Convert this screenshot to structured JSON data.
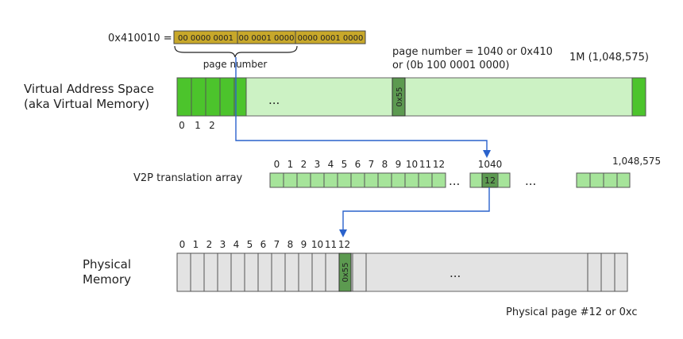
{
  "address": {
    "label": "0x410010 =",
    "segments": [
      "00 0000 0001",
      "00 0001 0000",
      "0000 0001 0000"
    ],
    "brace_label": "page number"
  },
  "page_note": {
    "line1": "page number = 1040 or 0x410",
    "line2": "or (0b 100 0001 0000)"
  },
  "virtual": {
    "title_line1": "Virtual Address Space",
    "title_line2": "(aka Virtual Memory)",
    "max_label": "1M (1,048,575)",
    "index_labels": [
      "0",
      "1",
      "2"
    ],
    "ellipsis": "...",
    "cell_label": "0x55"
  },
  "v2p": {
    "title": "V2P translation array",
    "index_labels": [
      "0",
      "1",
      "2",
      "3",
      "4",
      "5",
      "6",
      "7",
      "8",
      "9",
      "10",
      "11",
      "12"
    ],
    "entry_index_label": "1040",
    "entry_value": "12",
    "last_index_label": "1,048,575",
    "ellipsis": "..."
  },
  "physical": {
    "title_line1": "Physical",
    "title_line2": "Memory",
    "index_labels": [
      "0",
      "1",
      "2",
      "3",
      "4",
      "5",
      "6",
      "7",
      "8",
      "9",
      "10",
      "11",
      "12"
    ],
    "cell_label": "0x55",
    "ellipsis": "...",
    "caption": "Physical page #12 or 0xc"
  },
  "colors": {
    "address_fill": "#c8a82a",
    "bright_green": "#4cc42c",
    "light_green": "#ccf2c4",
    "dark_green": "#5c9a50",
    "v2p_green": "#a6e49a",
    "gray": "#e3e3e3",
    "arrow_blue": "#2a62cc"
  }
}
